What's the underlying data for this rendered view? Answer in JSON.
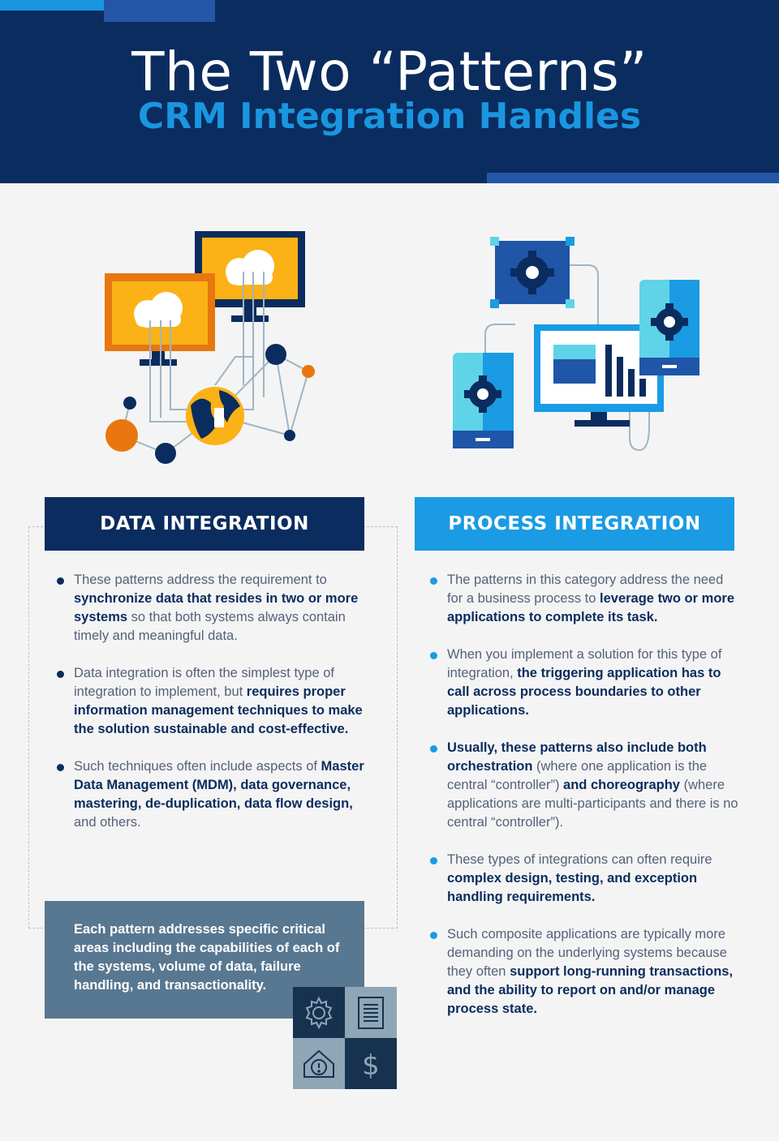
{
  "header": {
    "title_line1": "The Two “Patterns”",
    "title_line2": "CRM Integration Handles"
  },
  "colors": {
    "navy": "#0b2c5e",
    "accent_blue": "#1a96e0",
    "mid_blue": "#2456a8",
    "slate": "#587790",
    "orange": "#e8770f",
    "yellow": "#fbb216",
    "light_blue": "#5fd3e8"
  },
  "data_integration": {
    "heading": "DATA INTEGRATION",
    "illustration": [
      "monitor-icon",
      "cloud-icon",
      "globe-icon",
      "network-nodes-icon"
    ],
    "bullets": [
      [
        {
          "t": "These patterns address the requirement to ",
          "b": false
        },
        {
          "t": "synchronize data that resides in two or more systems",
          "b": true
        },
        {
          "t": " so that both systems always contain timely and meaningful data.",
          "b": false
        }
      ],
      [
        {
          "t": "Data integration is often the simplest type of integration to implement, but ",
          "b": false
        },
        {
          "t": "requires proper information management techniques to make the solution sustainable and cost-effective.",
          "b": true
        }
      ],
      [
        {
          "t": "Such techniques often include aspects of ",
          "b": false
        },
        {
          "t": "Master Data Management (MDM), data governance, mastering, de-duplication, data flow design,",
          "b": true
        },
        {
          "t": " and others.",
          "b": false
        }
      ]
    ],
    "callout": "Each pattern addresses specific critical areas including the capabilities of each of the systems, volume of data, failure handling, and transactionality.",
    "tiles": [
      "gear-icon",
      "document-icon",
      "warning-icon",
      "dollar-icon"
    ]
  },
  "process_integration": {
    "heading": "PROCESS INTEGRATION",
    "illustration": [
      "gear-icon",
      "phone-icon",
      "monitor-icon",
      "bar-chart-icon"
    ],
    "bullets": [
      [
        {
          "t": "The patterns in this category address the need for a business process to ",
          "b": false
        },
        {
          "t": "leverage two or more applications to complete its task.",
          "b": true
        }
      ],
      [
        {
          "t": "When you implement a solution for this type of integration, ",
          "b": false
        },
        {
          "t": "the triggering application has to call across process boundaries to other applications.",
          "b": true
        }
      ],
      [
        {
          "t": "Usually, these patterns also include both orchestration",
          "b": true
        },
        {
          "t": " (where one application is the central “controller”) ",
          "b": false
        },
        {
          "t": "and choreography",
          "b": true
        },
        {
          "t": " (where applications are multi-participants and there is no central “controller”).",
          "b": false
        }
      ],
      [
        {
          "t": "These types of integrations can often require ",
          "b": false
        },
        {
          "t": "complex design, testing, and exception handling requirements.",
          "b": true
        }
      ],
      [
        {
          "t": "Such composite applications are typically more demanding on the underlying systems because they often ",
          "b": false
        },
        {
          "t": "support long-running transactions, and the ability to report on and/or manage process state.",
          "b": true
        }
      ]
    ]
  }
}
